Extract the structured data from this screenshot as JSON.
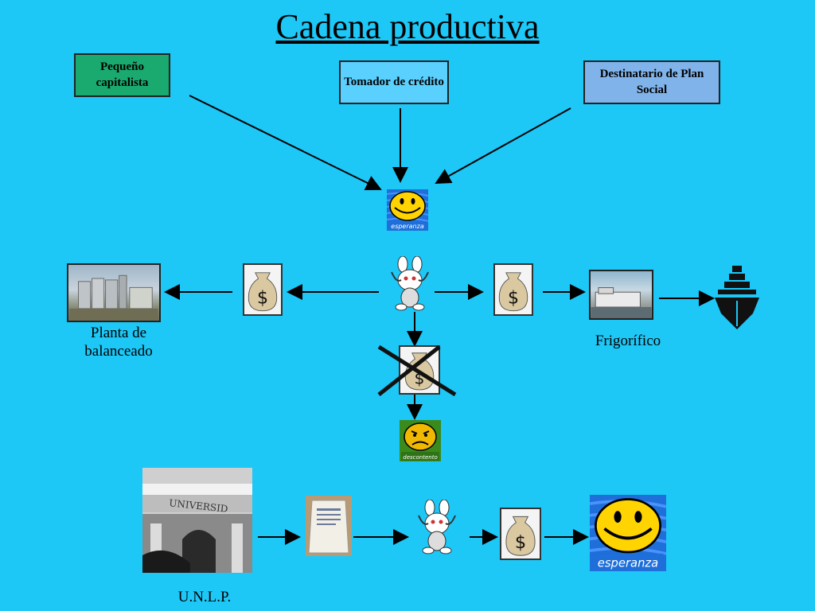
{
  "title": "Cadena productiva",
  "boxes": {
    "pequeno": "Pequeño capitalista",
    "tomador": "Tomador de crédito",
    "destinatario": "Destinatario de Plan Social"
  },
  "labels": {
    "planta": "Planta de balanceado",
    "frigorifico": "Frigorífico",
    "unlp": "U.N.L.P."
  },
  "badges": {
    "esperanza": "esperanza",
    "descontento": "descontento"
  },
  "signs": {
    "dollar": "$"
  },
  "colors": {
    "background": "#1dc7f6",
    "box_pequeno": "#1aa96e",
    "box_tomador": "#5ad0ff",
    "box_destinatario": "#7fb3ea",
    "smiley_yellow": "#ffd400",
    "badge_blue": "#1e6fd9",
    "badge_green": "#3a8a1c"
  }
}
